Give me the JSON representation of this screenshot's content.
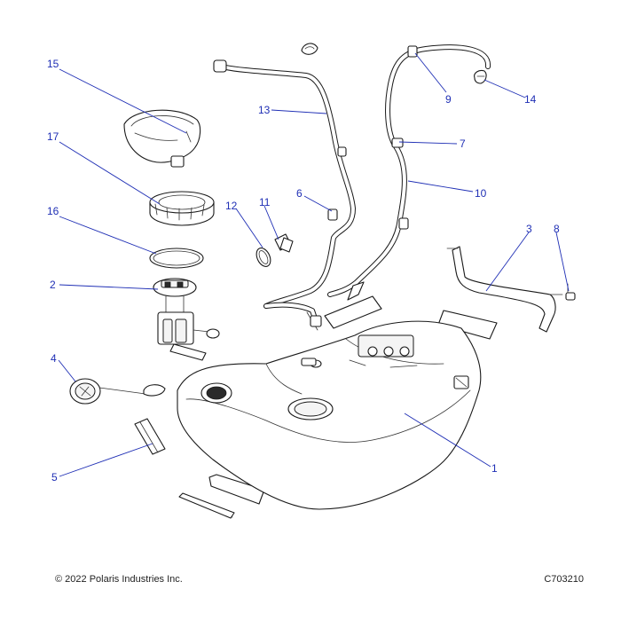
{
  "footer": {
    "copyright": "© 2022 Polaris Industries Inc.",
    "figure_id": "C703210"
  },
  "callouts": [
    "1",
    "2",
    "3",
    "4",
    "5",
    "6",
    "7",
    "8",
    "9",
    "10",
    "11",
    "12",
    "13",
    "14",
    "15",
    "16",
    "17"
  ],
  "colors": {
    "callout_blue": "#1f2fb5",
    "line_art": "#1a1a1a"
  }
}
